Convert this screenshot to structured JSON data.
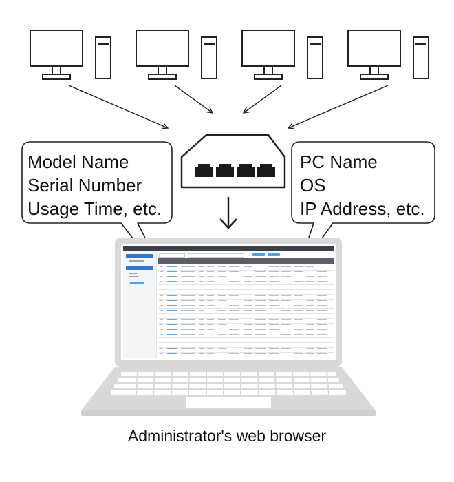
{
  "left_callout": {
    "lines": [
      "Model Name",
      "Serial Number",
      "Usage Time, etc."
    ]
  },
  "right_callout": {
    "lines": [
      "PC Name",
      "OS",
      "IP Address, etc."
    ]
  },
  "caption": "Administrator's web browser",
  "nodes": {
    "computers": [
      "monitor-tower-icon",
      "monitor-tower-icon",
      "monitor-tower-icon",
      "monitor-tower-icon"
    ],
    "hub": "network-switch-icon",
    "client": "laptop-icon"
  },
  "colors": {
    "stroke": "#222222",
    "laptop_body": "#d9d9d9",
    "screen_accent": "#2f78c8"
  }
}
